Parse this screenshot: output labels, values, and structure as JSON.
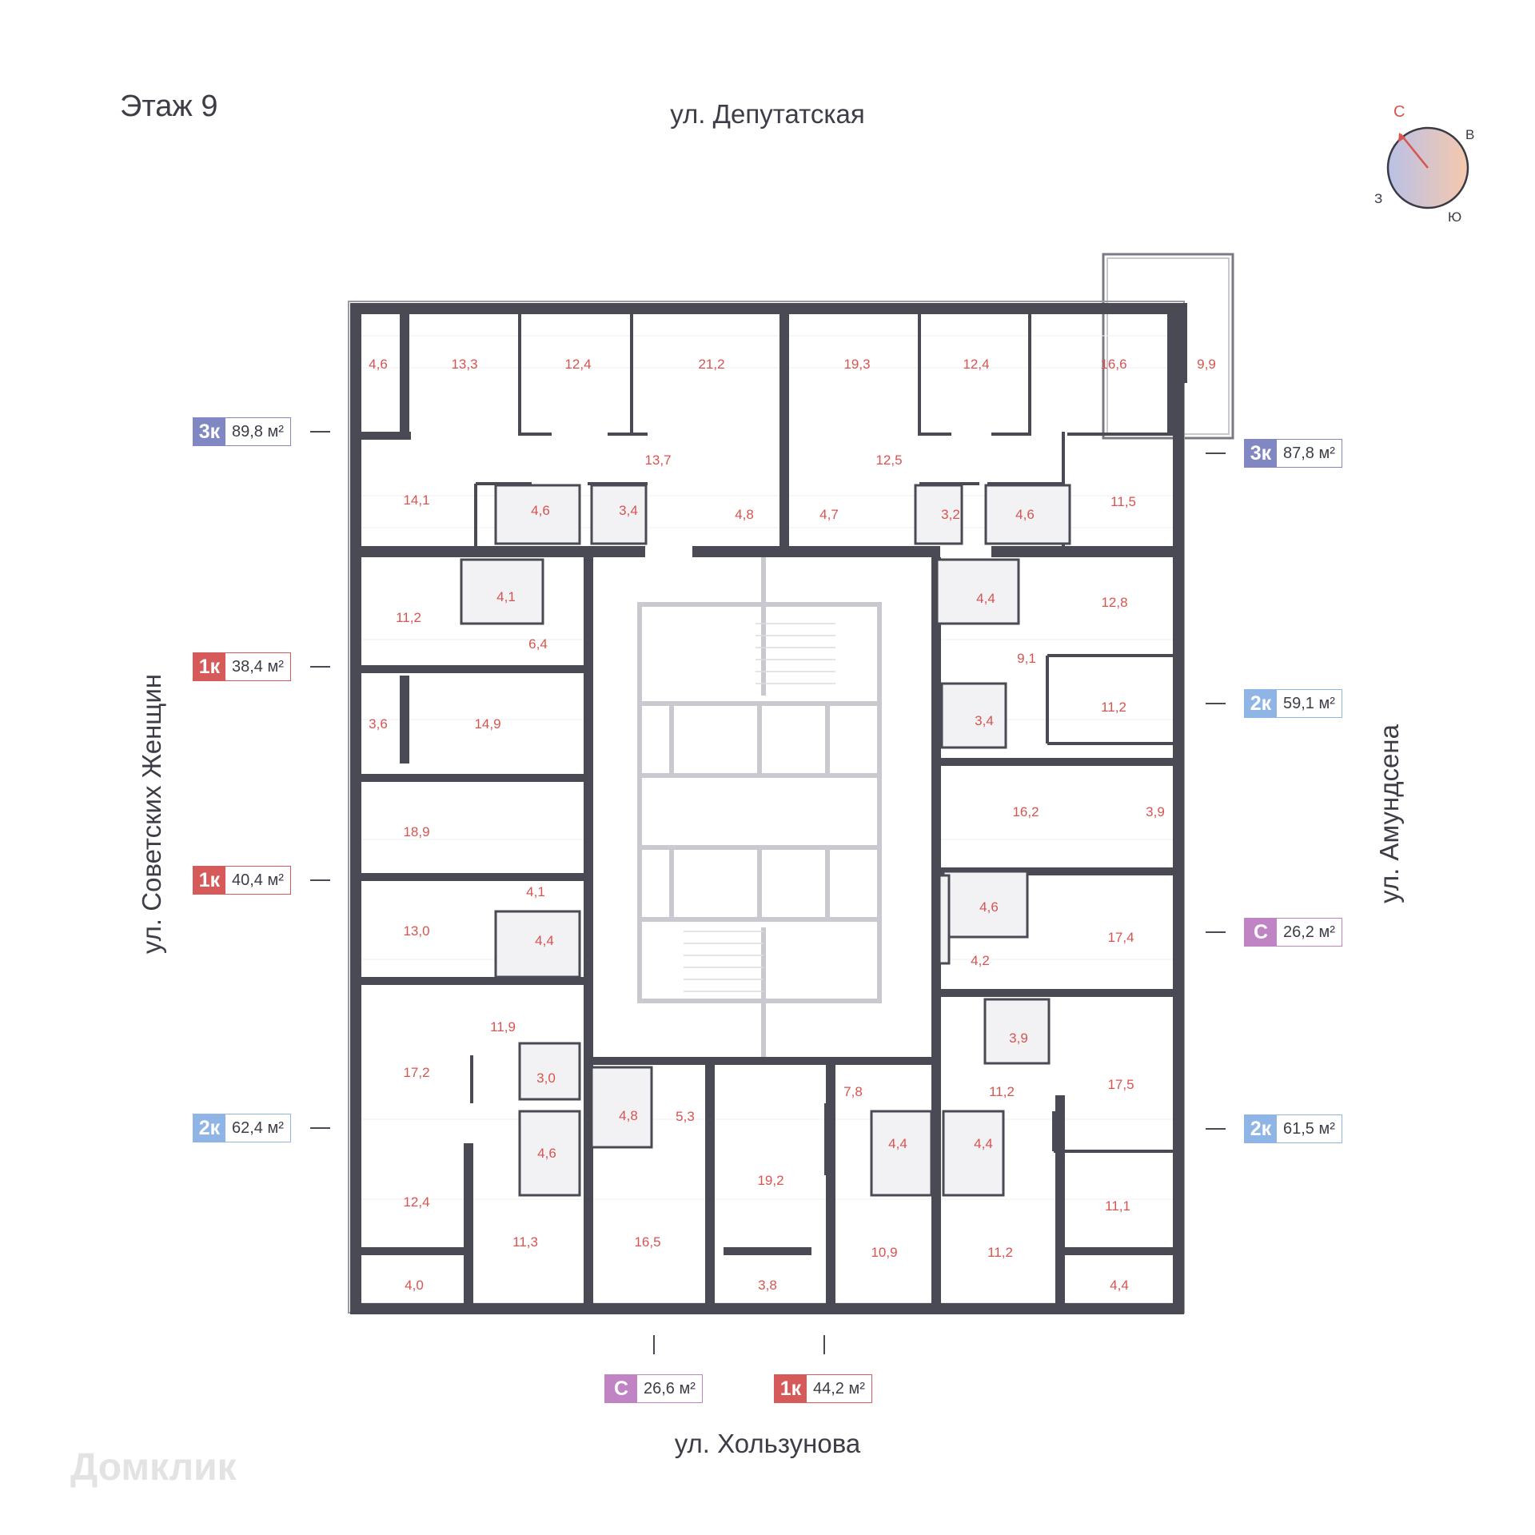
{
  "floor_title": "Этаж 9",
  "streets": {
    "top": "ул. Депутатская",
    "bottom": "ул. Хользунова",
    "left": "ул. Советских Женщин",
    "right": "ул. Амундсена"
  },
  "compass": {
    "north": "С",
    "east": "В",
    "south": "Ю",
    "west": "З"
  },
  "colors": {
    "3к": "#8087c2",
    "2к": "#8fb5e6",
    "1к": "#d65a5a",
    "С": "#c084c4"
  },
  "apartments": [
    {
      "type": "3к",
      "area": "89,8 м²"
    },
    {
      "type": "1к",
      "area": "38,4 м²"
    },
    {
      "type": "1к",
      "area": "40,4 м²"
    },
    {
      "type": "2к",
      "area": "62,4 м²"
    },
    {
      "type": "3к",
      "area": "87,8 м²"
    },
    {
      "type": "2к",
      "area": "59,1 м²"
    },
    {
      "type": "С",
      "area": "26,2 м²"
    },
    {
      "type": "2к",
      "area": "61,5 м²"
    },
    {
      "type": "С",
      "area": "26,6 м²"
    },
    {
      "type": "1к",
      "area": "44,2 м²"
    }
  ],
  "rooms": [
    "4,6",
    "13,3",
    "12,4",
    "21,2",
    "19,3",
    "12,4",
    "16,6",
    "9,9",
    "14,1",
    "4,6",
    "3,4",
    "13,7",
    "4,8",
    "4,7",
    "12,5",
    "3,2",
    "4,6",
    "11,5",
    "11,2",
    "4,1",
    "6,4",
    "4,4",
    "12,8",
    "9,1",
    "3,6",
    "14,9",
    "3,4",
    "11,2",
    "18,9",
    "16,2",
    "3,9",
    "4,1",
    "13,0",
    "4,4",
    "4,6",
    "17,4",
    "4,2",
    "11,9",
    "17,2",
    "3,0",
    "3,9",
    "17,5",
    "11,2",
    "4,6",
    "4,8",
    "5,3",
    "7,8",
    "4,4",
    "4,4",
    "19,2",
    "12,4",
    "11,3",
    "16,5",
    "10,9",
    "11,2",
    "11,1",
    "4,0",
    "3,8",
    "4,4"
  ],
  "watermark": "Домклик"
}
